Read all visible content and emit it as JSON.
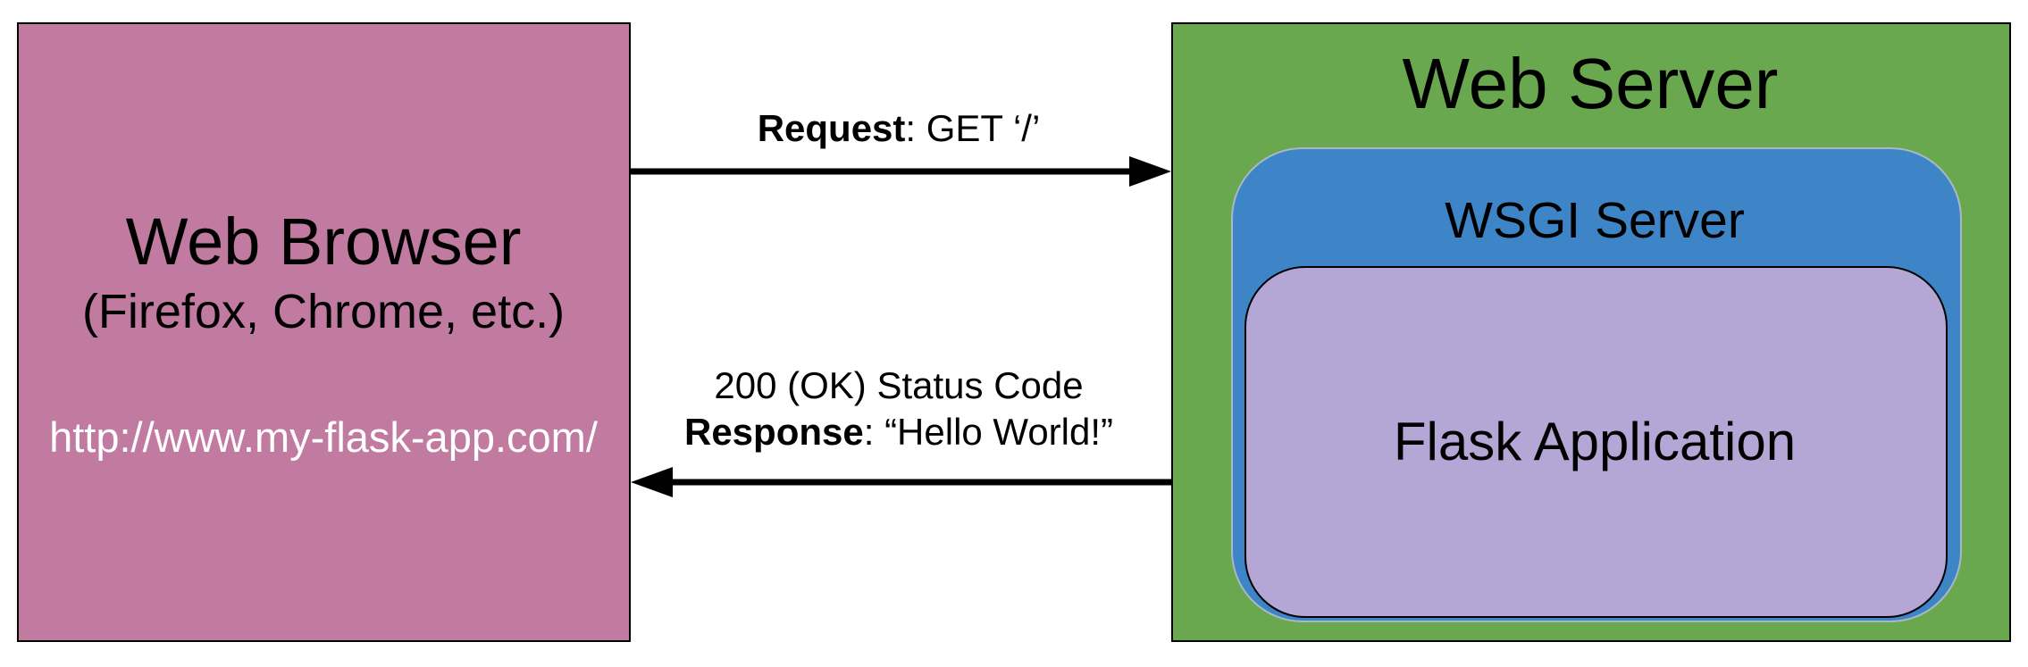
{
  "colors": {
    "browser_fill": "#c27ba0",
    "server_fill": "#6aa84f",
    "wsgi_fill": "#3d85c6",
    "flask_fill": "#b4a7d6",
    "url_text": "#ffffff",
    "arrow": "#000000"
  },
  "browser": {
    "title": "Web Browser",
    "subtitle": "(Firefox, Chrome, etc.)",
    "url": "http://www.my-flask-app.com/"
  },
  "server": {
    "title": "Web Server",
    "wsgi_title": "WSGI Server",
    "flask_title": "Flask Application"
  },
  "request": {
    "label_bold": "Request",
    "label_rest": ": GET ‘/’"
  },
  "response": {
    "status": "200 (OK) Status Code",
    "label_bold": "Response",
    "label_rest": ": “Hello World!”"
  }
}
